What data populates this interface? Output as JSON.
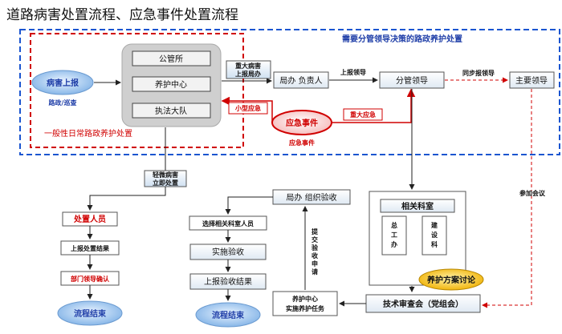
{
  "title": "道路病害处置流程、应急事件处置流程",
  "regions": {
    "blue_dash_label": "需要分管领导决策的路政养护处置",
    "red_dash_label": "一般性日常路政养护处置"
  },
  "nodes": {
    "disease_report": "病害上报",
    "patrol": "路政/巡查",
    "gongguansuo": "公管所",
    "maintenance_center": "养护中心",
    "enforcement_team": "执法大队",
    "major_disease": [
      "重大病害",
      "上报局办"
    ],
    "bureau_leader": "局办 负责人",
    "report_leader": "上报领导",
    "division_leader": "分管领导",
    "sync_report": "同步报领导",
    "main_leader": "主要领导",
    "minor_emergency": "小型应急",
    "major_emergency": "重大应急",
    "emergency_event": "应急事件",
    "emergency_event_sub": "应急事件",
    "minor_disease": [
      "轻微病害",
      "立即处置"
    ],
    "handler": "处置人员",
    "report_result": "上报处置结果",
    "dept_confirm": "部门领导确认",
    "process_end_1": "流程结束",
    "bureau_organize": "局办 组织验收",
    "select_staff": "选择相关科室人员",
    "implement_check": "实施验收",
    "report_check_result": "上报验收结果",
    "process_end_2": "流程结束",
    "submit_check": [
      "提",
      "交",
      "验",
      "收",
      "申",
      "请"
    ],
    "related_dept": "相关科室",
    "general_office": [
      "总",
      "工",
      "办"
    ],
    "construction_dept": [
      "建",
      "设",
      "科"
    ],
    "plan_discussion": "养护方案讨论",
    "tech_review": "技术审查会（党组会）",
    "center_implement": [
      "养护中心",
      "实施养护任务"
    ],
    "participate_meeting": "参加会议"
  }
}
